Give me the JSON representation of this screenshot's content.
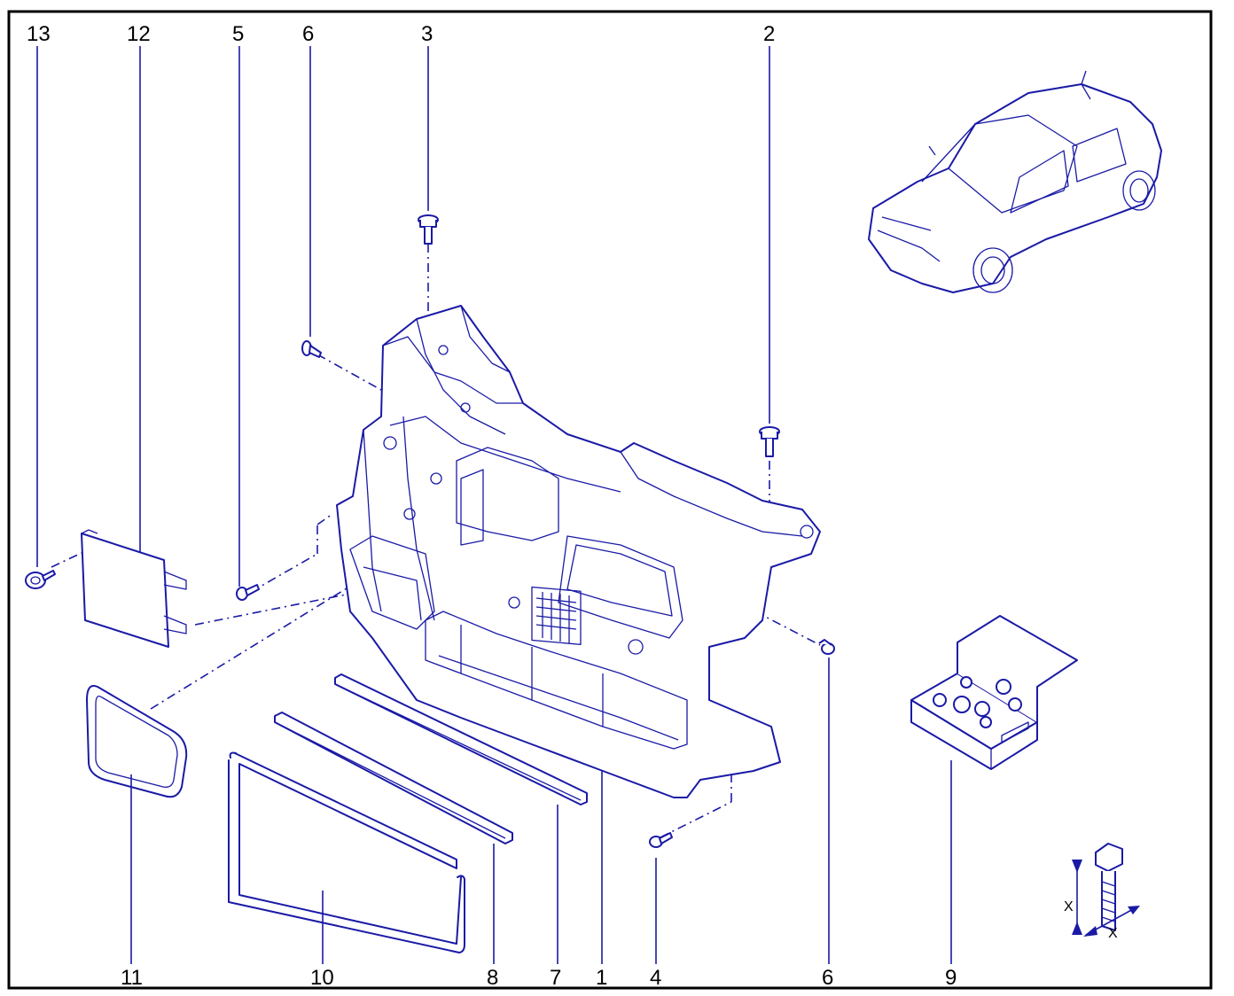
{
  "diagram": {
    "callouts_top": [
      "13",
      "12",
      "5",
      "6",
      "3",
      "2"
    ],
    "callouts_bottom": [
      "11",
      "10",
      "8",
      "7",
      "1",
      "4",
      "6",
      "9"
    ],
    "torque_symbol_letters": [
      "X",
      "X"
    ],
    "colors": {
      "ink": "#1a1aa6",
      "frame": "#000000",
      "background": "#ffffff"
    },
    "icons": [
      "car-thumbnail",
      "bolt-torque-symbol",
      "parts-kit-box"
    ]
  }
}
